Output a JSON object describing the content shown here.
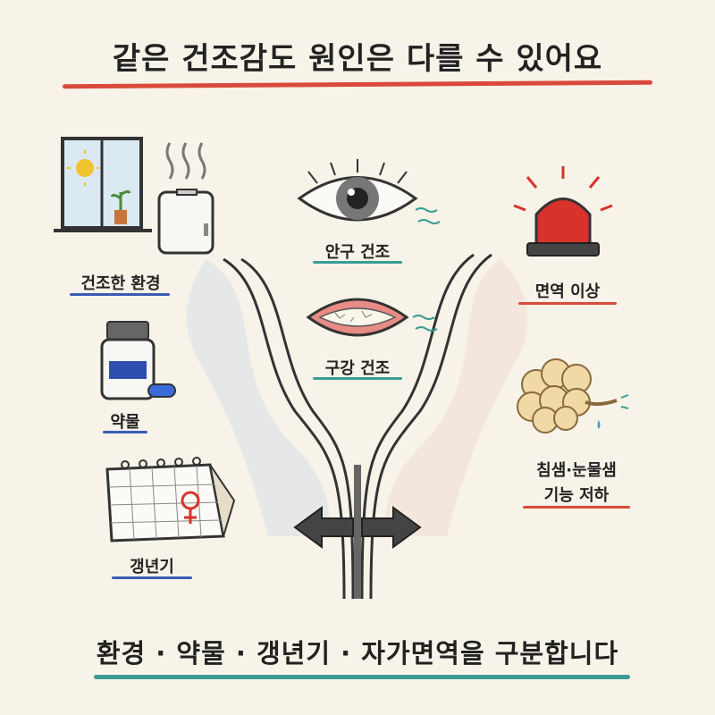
{
  "title": "같은 건조감도 원인은 다를 수 있어요",
  "causes_left": {
    "environment": "건조한 환경",
    "medication": "약물",
    "menopause": "갱년기"
  },
  "symptoms_center": {
    "dry_eye": "안구 건조",
    "dry_mouth": "구강 건조"
  },
  "causes_right": {
    "immune": "면역 이상",
    "gland_line1": "침샘·눈물샘",
    "gland_line2": "기능 저하"
  },
  "footer": "환경 · 약물 · 갱년기 · 자가면역을 구분합니다",
  "colors": {
    "title_underline": "#d94a3c",
    "blue_underline": "#3b5bb5",
    "teal_underline": "#3a9c94",
    "red_underline": "#d94a3c",
    "alarm_red": "#d9322a"
  }
}
